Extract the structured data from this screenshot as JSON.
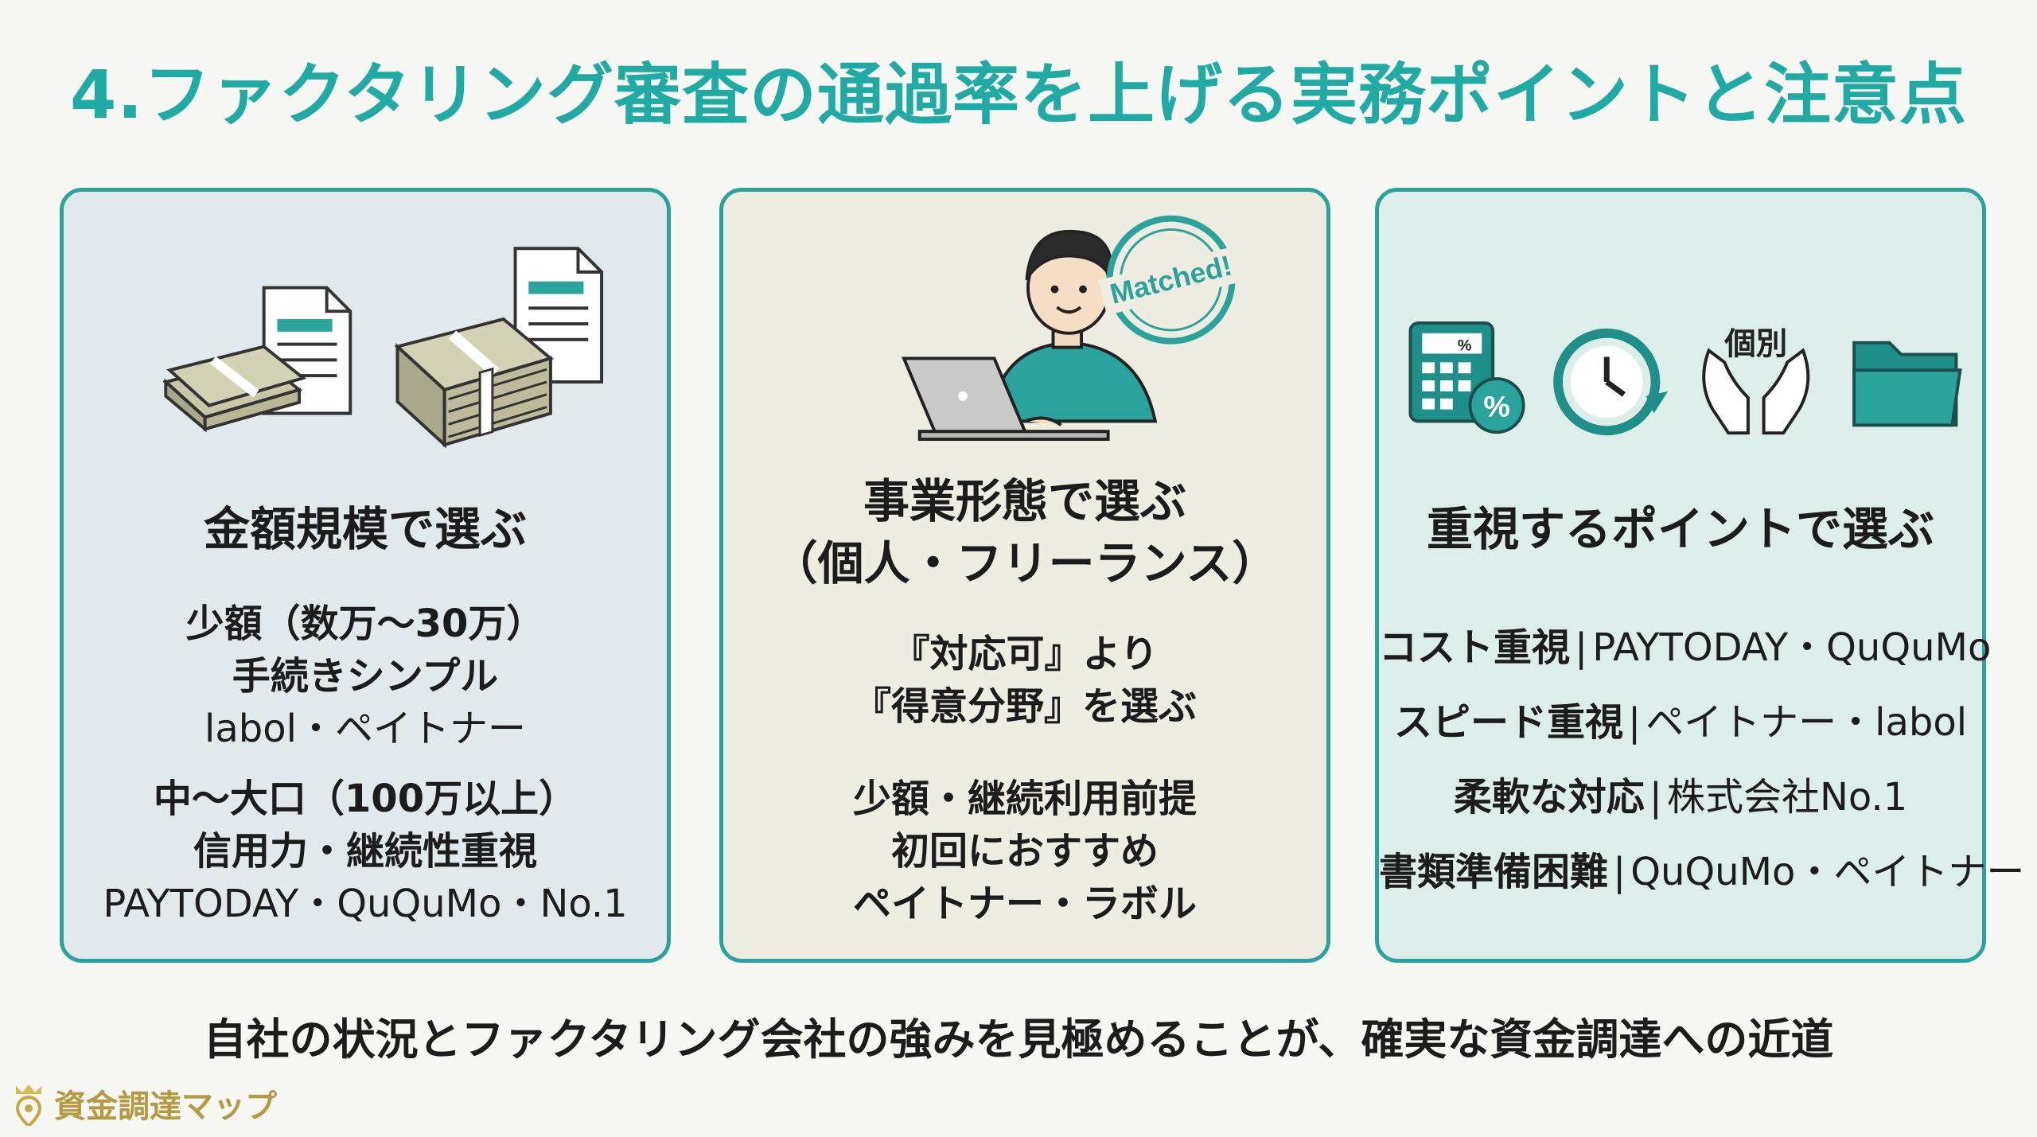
{
  "title": "4.ファクタリング審査の通過率を上げる実務ポイントと注意点",
  "cards": [
    {
      "heading": "金額規模で選ぶ",
      "lines": [
        "少額（数万〜30万）",
        "手続きシンプル",
        "labol・ペイトナー",
        "中〜大口（100万以上）",
        "信用力・継続性重視",
        "PAYTODAY・QuQuMo・No.1"
      ]
    },
    {
      "heading_line1": "事業形態で選ぶ",
      "heading_line2": "（個人・フリーランス）",
      "stamp": "Matched!",
      "lines": [
        "『対応可』より",
        "『得意分野』を選ぶ",
        "少額・継続利用前提",
        "初回におすすめ",
        "ペイトナー・ラボル"
      ]
    },
    {
      "heading": "重視するポイントで選ぶ",
      "hands_label": "個別",
      "calc_label": "%",
      "rows": [
        {
          "label": "コスト重視",
          "value": "PAYTODAY・QuQuMo"
        },
        {
          "label": "スピード重視",
          "value": "ペイトナー・labol"
        },
        {
          "label": "柔軟な対応",
          "value": "株式会社No.1"
        },
        {
          "label": "書類準備困難",
          "value": "QuQuMo・ペイトナー"
        }
      ]
    }
  ],
  "bottom_text": "自社の状況とファクタリング会社の強みを見極めることが、確実な資金調達への近道",
  "brand": "資金調達マップ",
  "colors": {
    "accent": "#20aaa4",
    "border": "#2aa39c",
    "brand": "#b59a42"
  }
}
